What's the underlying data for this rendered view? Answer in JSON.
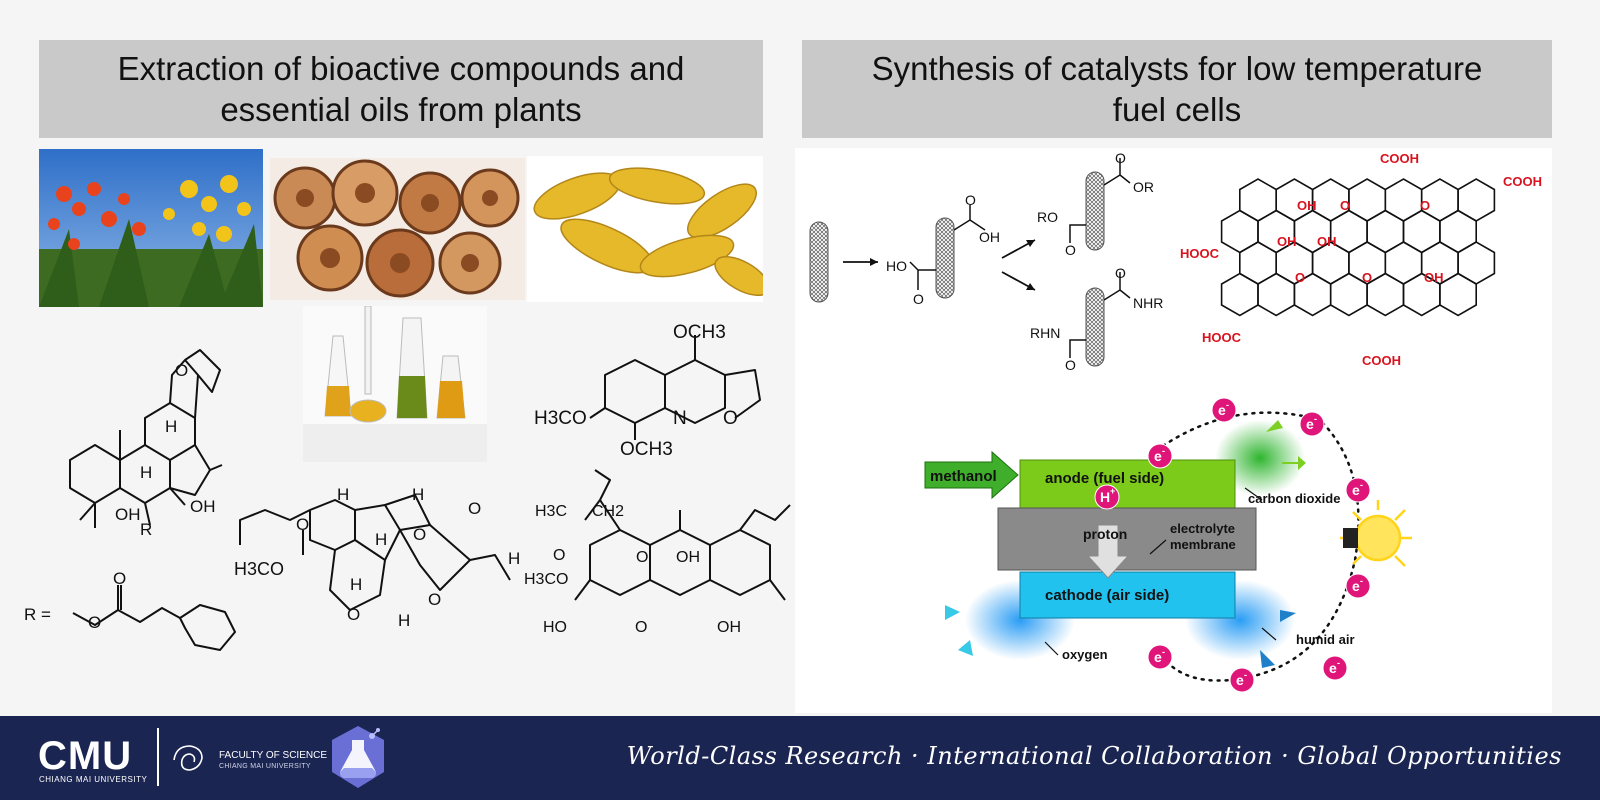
{
  "left_panel": {
    "title_line1": "Extraction of bioactive compounds and",
    "title_line2": "essential oils from plants",
    "structures": {
      "diterpene": {
        "O": "O",
        "H_top": "H",
        "H_mid": "H",
        "OH_bottom": "OH",
        "OH_right": "OH",
        "R": "R"
      },
      "r_group": {
        "R_eq": "R  =",
        "O_carbonyl": "O",
        "O_ester": "O"
      },
      "furoquinoline": {
        "OCH3_top": "OCH3",
        "H3CO": "H3CO",
        "N": "N",
        "O": "O",
        "OCH3_bottom": "OCH3"
      },
      "iridoid": {
        "H_left": "H",
        "H_right": "H",
        "H_center": "H",
        "H_lower": "H",
        "H_bottom": "H",
        "H_exo": "H",
        "O_top": "O",
        "O_lactone": "O",
        "O_ring": "O",
        "O_ring2": "O",
        "O_ester": "O",
        "H3CO": "H3CO"
      },
      "xanthone": {
        "H3C": "H3C",
        "CH2": "CH2",
        "O_ketone": "O",
        "O_xanthone": "O",
        "OH_top": "OH",
        "H3CO": "H3CO",
        "HO": "HO",
        "O_ring": "O",
        "OH_bottom": "OH"
      }
    }
  },
  "right_panel": {
    "title_line1": "Synthesis of catalysts for low temperature",
    "title_line2": "fuel cells",
    "cnt_scheme": {
      "HO": "HO",
      "O_a": "O",
      "O_b": "O",
      "OH": "OH",
      "RO": "RO",
      "O_c": "O",
      "O_d": "O",
      "OR": "OR",
      "RHN": "RHN",
      "O_e": "O",
      "O_f": "O",
      "NHR": "NHR"
    },
    "graphene_oxide": {
      "COOH_top": "COOH",
      "COOH_right": "COOH",
      "HOOC_left": "HOOC",
      "HOOC_lower": "HOOC",
      "COOH_bottom": "COOH",
      "OH_1": "OH",
      "OH_2": "OH",
      "OH_3": "OH",
      "OH_4": "OH",
      "O_1": "O",
      "O_2": "O",
      "O_3": "O",
      "O_4": "O"
    },
    "fuel_cell": {
      "methanol": "methanol",
      "anode": "anode (fuel side)",
      "proton": "proton",
      "electrolyte_line1": "electrolyte",
      "electrolyte_line2": "membrane",
      "cathode": "cathode (air side)",
      "carbon_dioxide": "carbon dioxide",
      "humid_air": "humid air",
      "oxygen": "oxygen",
      "electron": "e",
      "electron_sup": "-",
      "hplus": "H",
      "hplus_sup": "+",
      "colors": {
        "anode": "#7ccb1a",
        "membrane": "#8a8a8a",
        "cathode": "#22c2ef",
        "electron": "#e0157a",
        "methanol_arrow": "#3fae2a",
        "bulb": "#ffd41a"
      }
    }
  },
  "footer": {
    "logo": "CMU",
    "logo_sub": "CHIANG MAI UNIVERSITY",
    "faculty": "FACULTY OF SCIENCE",
    "faculty_sub": "CHIANG MAI UNIVERSITY",
    "tagline": "World-Class Research · International Collaboration ·  Global Opportunities",
    "colors": {
      "background": "#1b2552"
    }
  }
}
